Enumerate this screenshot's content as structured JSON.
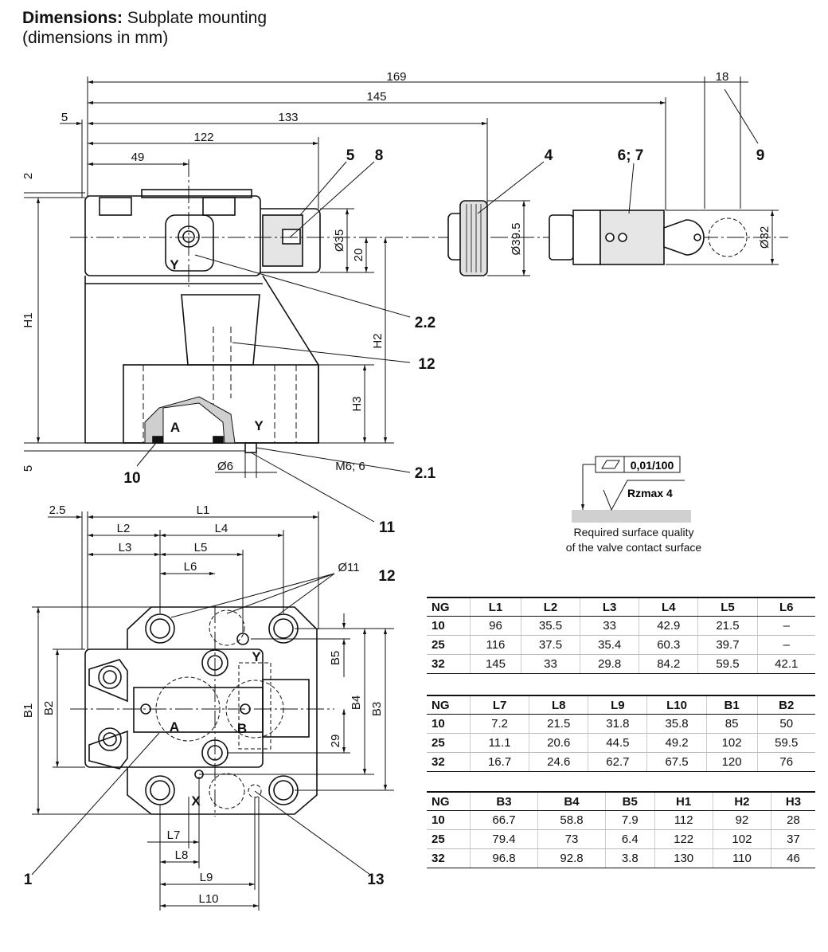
{
  "heading": {
    "bold": "Dimensions:",
    "rest": " Subplate mounting",
    "sub": "(dimensions in mm)"
  },
  "top_dims": {
    "d169": "169",
    "d145": "145",
    "d133": "133",
    "d122": "122",
    "d49": "49",
    "d18": "18",
    "d5": "5",
    "d2": "2",
    "d5b": "5",
    "h1": "H1",
    "h2": "H2",
    "h3": "H3",
    "d35": "Ø35",
    "d20": "20",
    "d395": "Ø39.5",
    "d32": "Ø32",
    "d6": "Ø6",
    "m6": "M6; 6"
  },
  "top_callouts": {
    "c5": "5",
    "c8": "8",
    "c4": "4",
    "c67": "6; 7",
    "c9": "9",
    "c22": "2.2",
    "c12": "12",
    "c21": "2.1",
    "c10": "10",
    "c11": "11"
  },
  "top_ports": {
    "y1": "Y",
    "a": "A",
    "y2": "Y"
  },
  "bottom_dims": {
    "d25": "2.5",
    "l1": "L1",
    "l2": "L2",
    "l3": "L3",
    "l4": "L4",
    "l5": "L5",
    "l6": "L6",
    "l7": "L7",
    "l8": "L8",
    "l9": "L9",
    "l10": "L10",
    "d11": "Ø11",
    "b1": "B1",
    "b2": "B2",
    "b3": "B3",
    "b4": "B4",
    "b5": "B5",
    "d29": "29"
  },
  "bottom_callouts": {
    "c12": "12",
    "c1": "1",
    "c13": "13"
  },
  "bottom_ports": {
    "y": "Y",
    "a": "A",
    "b": "B",
    "x": "X"
  },
  "surface": {
    "flatness": "0,01/100",
    "rz": "Rzmax  4",
    "line1": "Required surface quality",
    "line2": "of the valve contact surface"
  },
  "table1": {
    "headers": [
      "NG",
      "L1",
      "L2",
      "L3",
      "L4",
      "L5",
      "L6"
    ],
    "rows": [
      [
        "10",
        "96",
        "35.5",
        "33",
        "42.9",
        "21.5",
        "–"
      ],
      [
        "25",
        "116",
        "37.5",
        "35.4",
        "60.3",
        "39.7",
        "–"
      ],
      [
        "32",
        "145",
        "33",
        "29.8",
        "84.2",
        "59.5",
        "42.1"
      ]
    ]
  },
  "table2": {
    "headers": [
      "NG",
      "L7",
      "L8",
      "L9",
      "L10",
      "B1",
      "B2"
    ],
    "rows": [
      [
        "10",
        "7.2",
        "21.5",
        "31.8",
        "35.8",
        "85",
        "50"
      ],
      [
        "25",
        "11.1",
        "20.6",
        "44.5",
        "49.2",
        "102",
        "59.5"
      ],
      [
        "32",
        "16.7",
        "24.6",
        "62.7",
        "67.5",
        "120",
        "76"
      ]
    ]
  },
  "table3": {
    "headers": [
      "NG",
      "B3",
      "B4",
      "B5",
      "H1",
      "H2",
      "H3"
    ],
    "rows": [
      [
        "10",
        "66.7",
        "58.8",
        "7.9",
        "112",
        "92",
        "28"
      ],
      [
        "25",
        "79.4",
        "73",
        "6.4",
        "122",
        "102",
        "37"
      ],
      [
        "32",
        "96.8",
        "92.8",
        "3.8",
        "130",
        "110",
        "46"
      ]
    ]
  }
}
